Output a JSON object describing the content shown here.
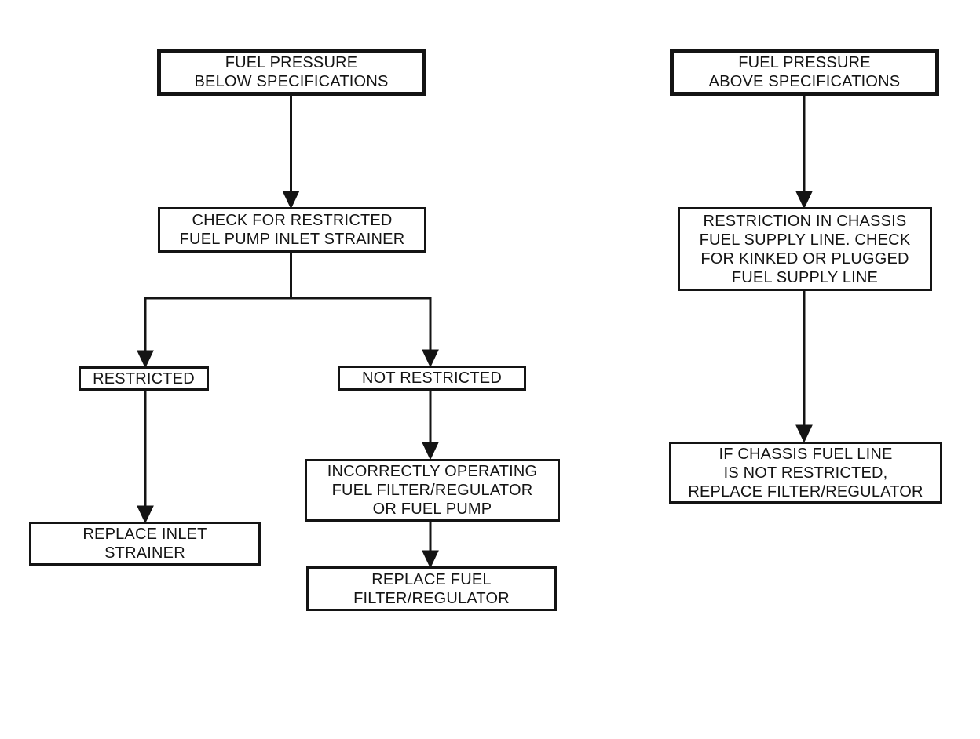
{
  "diagram": {
    "title": "Fuel pressure diagnosis flowchart",
    "background_color": "#ffffff",
    "line_color": "#141414",
    "left_flow": {
      "nodes": [
        {
          "id": "fuel-pressure-below",
          "text": "FUEL PRESSURE\nBELOW SPECIFICATIONS",
          "emphasis": "thick-border"
        },
        {
          "id": "check-strainer",
          "text": "CHECK FOR RESTRICTED\nFUEL PUMP INLET STRAINER"
        },
        {
          "id": "restricted",
          "text": "RESTRICTED"
        },
        {
          "id": "not-restricted",
          "text": "NOT RESTRICTED"
        },
        {
          "id": "replace-inlet-strainer",
          "text": "REPLACE INLET\nSTRAINER"
        },
        {
          "id": "incorrectly-operating",
          "text": "INCORRECTLY OPERATING\nFUEL FILTER/REGULATOR\nOR FUEL PUMP"
        },
        {
          "id": "replace-fuel-filter-regulator",
          "text": "REPLACE FUEL\nFILTER/REGULATOR"
        }
      ],
      "edges": [
        {
          "from": "fuel-pressure-below",
          "to": "check-strainer"
        },
        {
          "from": "check-strainer",
          "to": "restricted"
        },
        {
          "from": "check-strainer",
          "to": "not-restricted"
        },
        {
          "from": "restricted",
          "to": "replace-inlet-strainer"
        },
        {
          "from": "not-restricted",
          "to": "incorrectly-operating"
        },
        {
          "from": "incorrectly-operating",
          "to": "replace-fuel-filter-regulator"
        }
      ]
    },
    "right_flow": {
      "nodes": [
        {
          "id": "fuel-pressure-above",
          "text": "FUEL PRESSURE\nABOVE SPECIFICATIONS",
          "emphasis": "thick-border"
        },
        {
          "id": "restriction-chassis-line",
          "text": "RESTRICTION IN CHASSIS\nFUEL SUPPLY LINE. CHECK\nFOR KINKED OR PLUGGED\nFUEL SUPPLY LINE"
        },
        {
          "id": "if-not-restricted-replace",
          "text": "IF CHASSIS FUEL LINE\nIS NOT RESTRICTED,\nREPLACE FILTER/REGULATOR"
        }
      ],
      "edges": [
        {
          "from": "fuel-pressure-above",
          "to": "restriction-chassis-line"
        },
        {
          "from": "restriction-chassis-line",
          "to": "if-not-restricted-replace"
        }
      ]
    }
  }
}
